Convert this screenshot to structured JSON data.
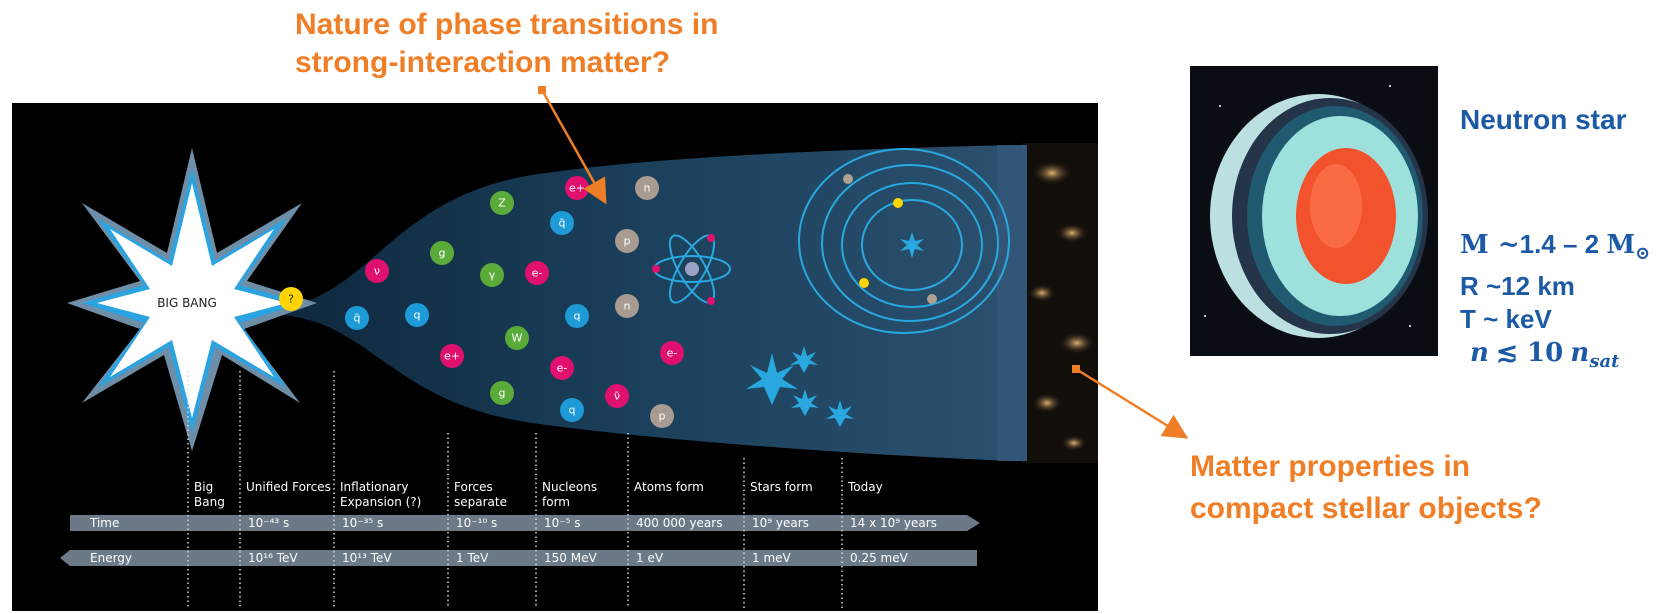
{
  "questions": {
    "top": [
      "Nature of phase transitions in",
      "strong-interaction matter?"
    ],
    "bottom": [
      "Matter properties in",
      "compact stellar objects?"
    ]
  },
  "neutron_star": {
    "title": "Neutron star",
    "mass_prefix": "M ~",
    "mass_value": "1.4 – 2",
    "mass_unit": "M",
    "mass_sun_symbol": "⊙",
    "radius": "R ~12 km",
    "temperature": "T ~ keV",
    "density_symbol": "n",
    "density_relation": "≲ 10",
    "density_sub": "sat"
  },
  "diagram": {
    "big_bang_label": "BIG BANG",
    "question_mark": "?",
    "particles": [
      "g",
      "Z",
      "e+",
      "n",
      "ν",
      "q̄",
      "γ",
      "e-",
      "p",
      "q̄",
      "q",
      "W",
      "q",
      "n",
      "e+",
      "e-",
      "e-",
      "g",
      "ν̄",
      "q",
      "p"
    ],
    "epochs": [
      {
        "label": [
          "Big",
          "Bang"
        ],
        "time": "",
        "energy": ""
      },
      {
        "label": [
          "Unified Forces"
        ],
        "time": "10⁻⁴³ s",
        "energy": "10¹⁶ TeV"
      },
      {
        "label": [
          "Inflationary",
          "Expansion (?)"
        ],
        "time": "10⁻³⁵ s",
        "energy": "10¹³ TeV"
      },
      {
        "label": [
          "Forces",
          "separate"
        ],
        "time": "10⁻¹⁰ s",
        "energy": "1 TeV"
      },
      {
        "label": [
          "Nucleons",
          "form"
        ],
        "time": "10⁻⁵ s",
        "energy": "150 MeV"
      },
      {
        "label": [
          "Atoms form"
        ],
        "time": "400 000 years",
        "energy": "1 eV"
      },
      {
        "label": [
          "Stars form"
        ],
        "time": "10⁹ years",
        "energy": "1 meV"
      },
      {
        "label": [
          "Today"
        ],
        "time": "14 x 10⁹ years",
        "energy": "0.25 meV"
      }
    ],
    "time_label": "Time",
    "energy_label": "Energy"
  }
}
